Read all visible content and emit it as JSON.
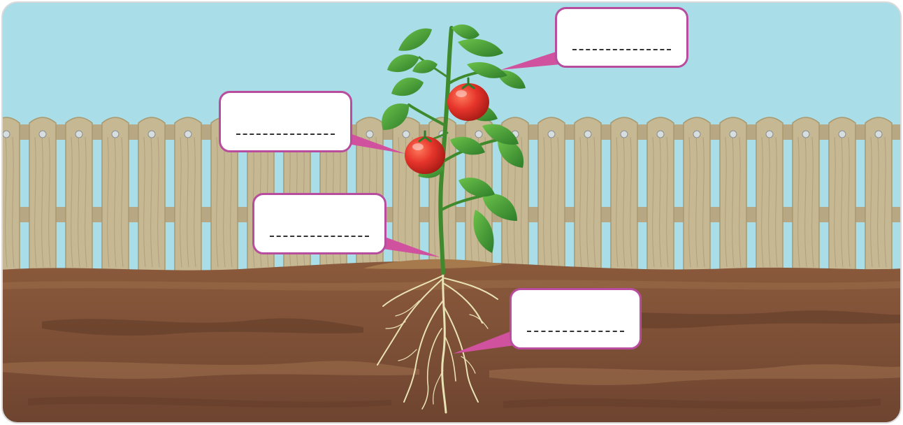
{
  "diagram": {
    "subject": "tomato-plant",
    "labels": [
      {
        "id": "leaf",
        "text": ""
      },
      {
        "id": "fruit",
        "text": ""
      },
      {
        "id": "stem",
        "text": ""
      },
      {
        "id": "root",
        "text": ""
      }
    ]
  },
  "colors": {
    "sky": "#a9dde8",
    "fence": "#c7b894",
    "soil": "#7a4d34",
    "leaf": "#3f9d35",
    "tomato": "#e6352b",
    "callout": "#d0529f",
    "label_border": "#b84d9e"
  }
}
